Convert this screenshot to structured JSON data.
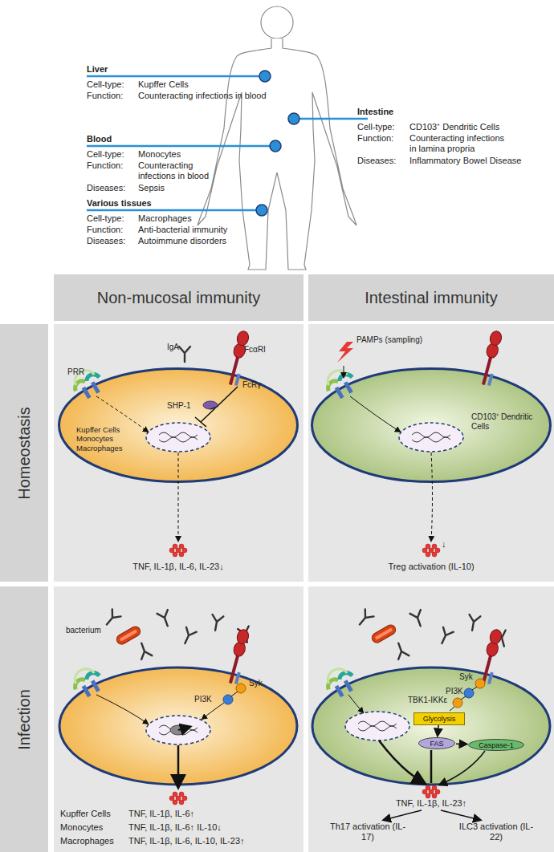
{
  "diagram": {
    "nodes": [
      {
        "text": [
          "Non-mucosal immunity"
        ]
      },
      {
        "text": [
          "Intestinal immunity"
        ]
      },
      {
        "text": [
          "Homeostasis"
        ]
      },
      {
        "text": [
          "Kupffer Cells Monocytes Macrophages"
        ]
      },
      {
        "text": [
          "CD103⁺ Dendritic Cells"
        ]
      },
      {
        "text": [
          "Infection"
        ]
      },
      {
        "text": [
          "Glycolysis"
        ]
      },
      {
        "text": [
          "FAS"
        ]
      },
      {
        "text": [
          "Caspase-1"
        ]
      }
    ],
    "edges": [
      {
        "from": 6,
        "to": 7,
        "arrow": "to"
      },
      {
        "from": 7,
        "to": 8,
        "arrow": "to"
      }
    ],
    "labels": [
      "Liver",
      "Cell-type:",
      "Kupffer Cells",
      "Function:",
      "Counteracting infections in blood",
      "Intestine",
      "Cell-type:",
      "CD103⁺ Dendritic Cells",
      "Function:",
      "Counteracting infections in lamina propria",
      "Diseases:",
      "Inflammatory Bowel Disease",
      "Blood",
      "Cell-type:",
      "Monocytes",
      "Function:",
      "Counteracting infections in blood",
      "Diseases:",
      "Sepsis",
      "Various tissues",
      "Cell-type:",
      "Macrophages",
      "Function:",
      "Anti-bacterial immunity",
      "Diseases:",
      "Autoimmune disorders",
      "IgA",
      "PRR",
      "FcαRI",
      "FcRγ",
      "SHP-1",
      "TNF, IL-1β, IL-6, IL-23↓",
      "PAMPs (sampling)",
      "↓",
      "Treg activation (IL-10)",
      "bacterium",
      "Syk",
      "PI3K",
      "Kupffer Cells",
      "TNF, IL-1β, IL-6↑",
      "Monocytes",
      "TNF, IL-1β, IL-6↑ IL-10↓",
      "Macrophages",
      "TNF, IL-1β, IL-6, IL-10, IL-23↑",
      "Syk",
      "PI3K",
      "TBK1-IKKε",
      "TNF, IL-1β, IL-23↑",
      "Th17 activation (IL-17)",
      "ILC3 activation (IL-22)"
    ]
  }
}
